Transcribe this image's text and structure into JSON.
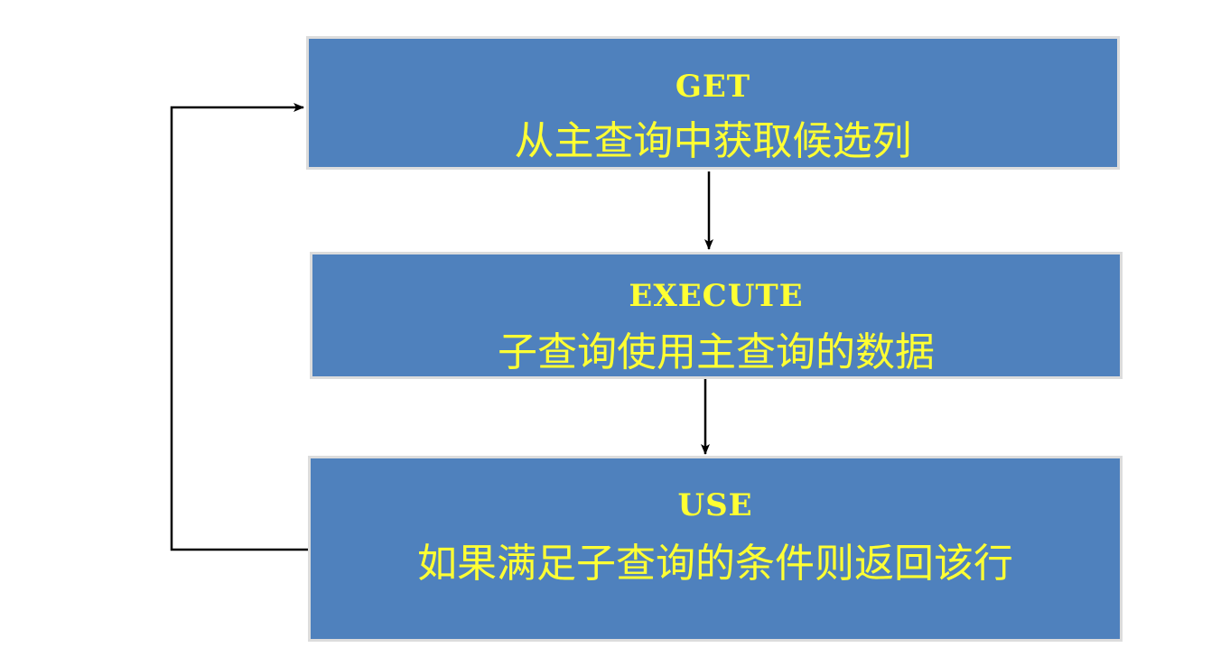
{
  "steps": [
    {
      "keyword": "GET",
      "description": "从主查询中获取候选列"
    },
    {
      "keyword": "EXECUTE",
      "description": "子查询使用主查询的数据"
    },
    {
      "keyword": "USE",
      "description": "如果满足子查询的条件则返回该行"
    }
  ],
  "colors": {
    "box_fill": "#4f81bd",
    "text": "#ffff33",
    "connector": "#000000"
  }
}
